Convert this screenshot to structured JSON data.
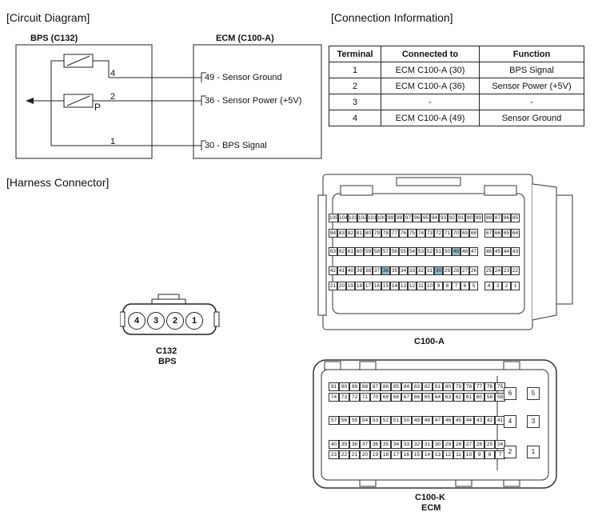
{
  "sections": {
    "circuit": "[Circuit Diagram]",
    "connection": "[Connection Information]",
    "harness": "[Harness Connector]"
  },
  "circuit": {
    "bps_title": "BPS (C132)",
    "ecm_title": "ECM (C100-A)",
    "pins": [
      "4",
      "2",
      "1"
    ],
    "p_label": "P",
    "ecm_terms": [
      "49 - Sensor Ground",
      "36 - Sensor Power (+5V)",
      "30 - BPS Signal"
    ]
  },
  "table": {
    "headers": [
      "Terminal",
      "Connected to",
      "Function"
    ],
    "rows": [
      [
        "1",
        "ECM C100-A (30)",
        "BPS Signal"
      ],
      [
        "2",
        "ECM C100-A (36)",
        "Sensor Power (+5V)"
      ],
      [
        "3",
        "-",
        "-"
      ],
      [
        "4",
        "ECM C100-A (49)",
        "Sensor Ground"
      ]
    ]
  },
  "bps_connector": {
    "pins": [
      "4",
      "3",
      "2",
      "1"
    ],
    "label1": "C132",
    "label2": "BPS"
  },
  "c100a": {
    "label": "C100-A",
    "highlighted": [
      "49",
      "36",
      "30"
    ],
    "rows": [
      {
        "main": [
          "105",
          "104",
          "103",
          "102",
          "101",
          "100",
          "99",
          "98",
          "97",
          "96",
          "95",
          "94",
          "93",
          "92",
          "91",
          "90",
          "89"
        ],
        "side": [
          "88",
          "87",
          "86",
          "85"
        ]
      },
      {
        "main": [
          "84",
          "83",
          "82",
          "81",
          "80",
          "79",
          "78",
          "77",
          "76",
          "75",
          "74",
          "73",
          "72",
          "71",
          "70",
          "69",
          "68"
        ],
        "side": [
          "67",
          "66",
          "65",
          "64"
        ]
      },
      {
        "main": [
          "63",
          "62",
          "61",
          "60",
          "59",
          "58",
          "57",
          "56",
          "55",
          "54",
          "53",
          "52",
          "51",
          "50",
          "49",
          "48",
          "47"
        ],
        "side": [
          "46",
          "45",
          "44",
          "43"
        ]
      },
      {
        "main": [
          "42",
          "41",
          "40",
          "39",
          "38",
          "37",
          "36",
          "35",
          "34",
          "33",
          "32",
          "31",
          "30",
          "29",
          "28",
          "27",
          "26"
        ],
        "side": [
          "25",
          "24",
          "23",
          "22"
        ]
      },
      {
        "main": [
          "21",
          "20",
          "19",
          "18",
          "17",
          "16",
          "15",
          "14",
          "13",
          "12",
          "11",
          "10",
          "9",
          "8",
          "7",
          "6",
          "5"
        ],
        "side": [
          "4",
          "3",
          "2",
          "1"
        ]
      }
    ]
  },
  "c100k": {
    "label1": "C100-K",
    "label2": "ECM",
    "rows": [
      [
        "91",
        "90",
        "89",
        "88",
        "87",
        "86",
        "85",
        "84",
        "83",
        "82",
        "81",
        "80",
        "79",
        "78",
        "77",
        "76",
        "75"
      ],
      [
        "74",
        "73",
        "72",
        "71",
        "70",
        "69",
        "68",
        "67",
        "66",
        "65",
        "64",
        "63",
        "62",
        "61",
        "60",
        "59",
        "58"
      ],
      [
        "57",
        "56",
        "55",
        "54",
        "53",
        "52",
        "51",
        "50",
        "49",
        "48",
        "47",
        "46",
        "45",
        "44",
        "43",
        "42",
        "41"
      ],
      [
        "40",
        "39",
        "38",
        "37",
        "36",
        "35",
        "34",
        "33",
        "32",
        "31",
        "30",
        "29",
        "28",
        "27",
        "26",
        "25",
        "24"
      ],
      [
        "23",
        "22",
        "21",
        "20",
        "19",
        "18",
        "17",
        "16",
        "15",
        "14",
        "13",
        "12",
        "11",
        "10",
        "9",
        "8",
        "7"
      ]
    ],
    "side": [
      [
        "6",
        "5"
      ],
      [
        "4",
        "3"
      ],
      [
        "2",
        "1"
      ]
    ]
  }
}
